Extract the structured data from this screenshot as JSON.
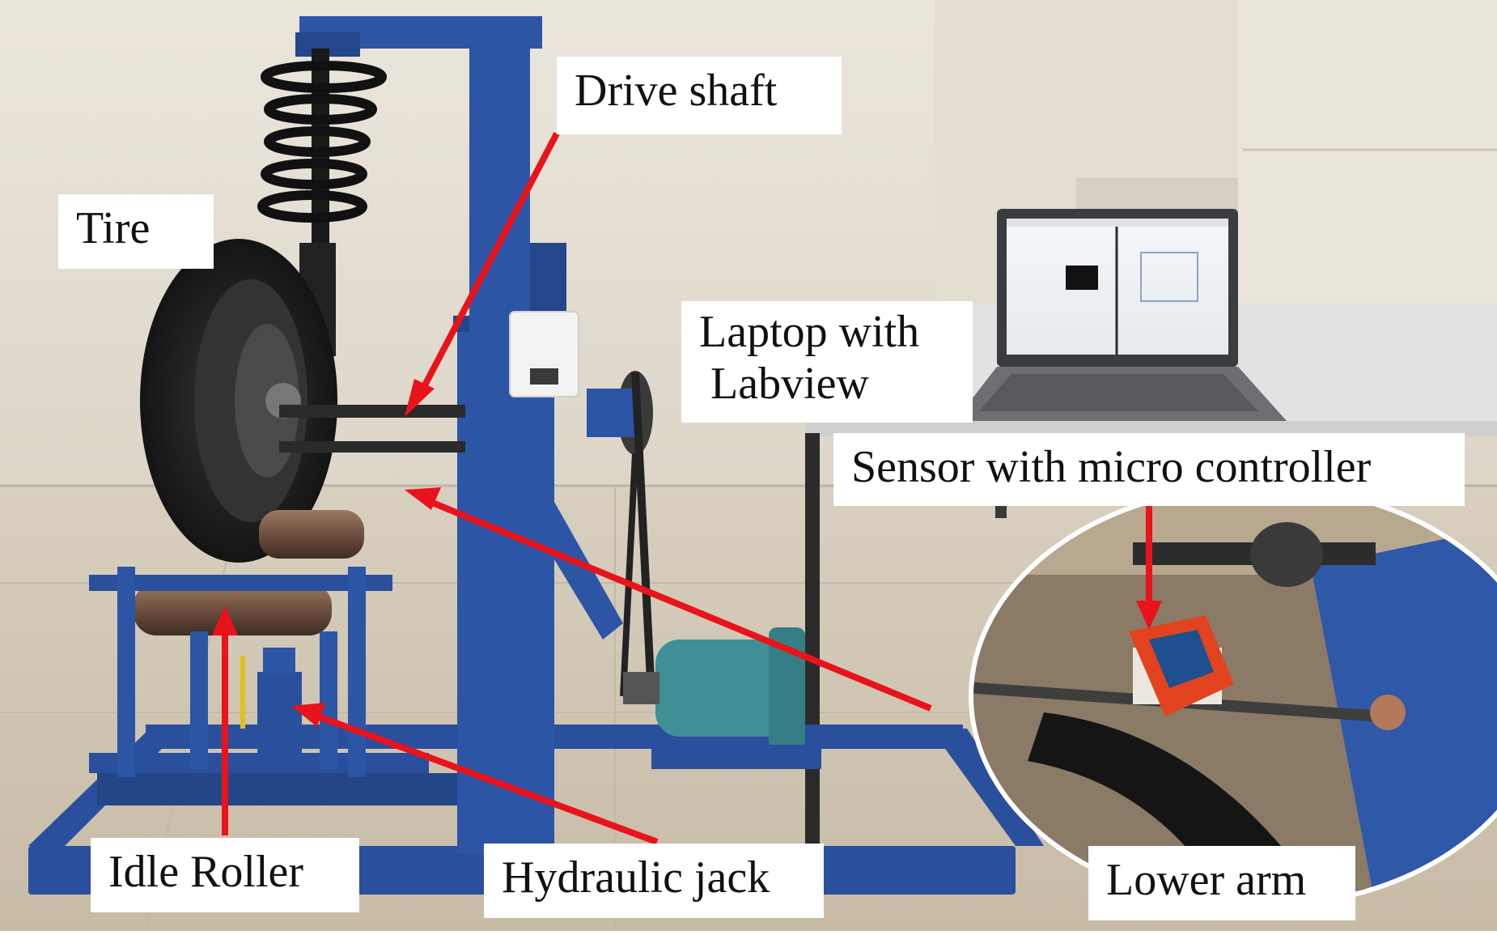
{
  "figure": {
    "description_free": true,
    "labels": {
      "drive_shaft": "Drive shaft",
      "tire": "Tire",
      "laptop_line1": "Laptop with",
      "laptop_line2": "Labview",
      "sensor": "Sensor with micro controller",
      "idle_roller": "Idle Roller",
      "hydraulic_jack": "Hydraulic jack",
      "lower_arm": "Lower arm"
    },
    "colors": {
      "arrow": "#e8131b",
      "frame_blue": "#2a4f9c",
      "wall": "#e7e1d6",
      "floor": "#d9d0c0",
      "tire": "#1e1e1e",
      "laptop": "#4a4a4e",
      "sensor_box": "#e03a1d"
    }
  }
}
